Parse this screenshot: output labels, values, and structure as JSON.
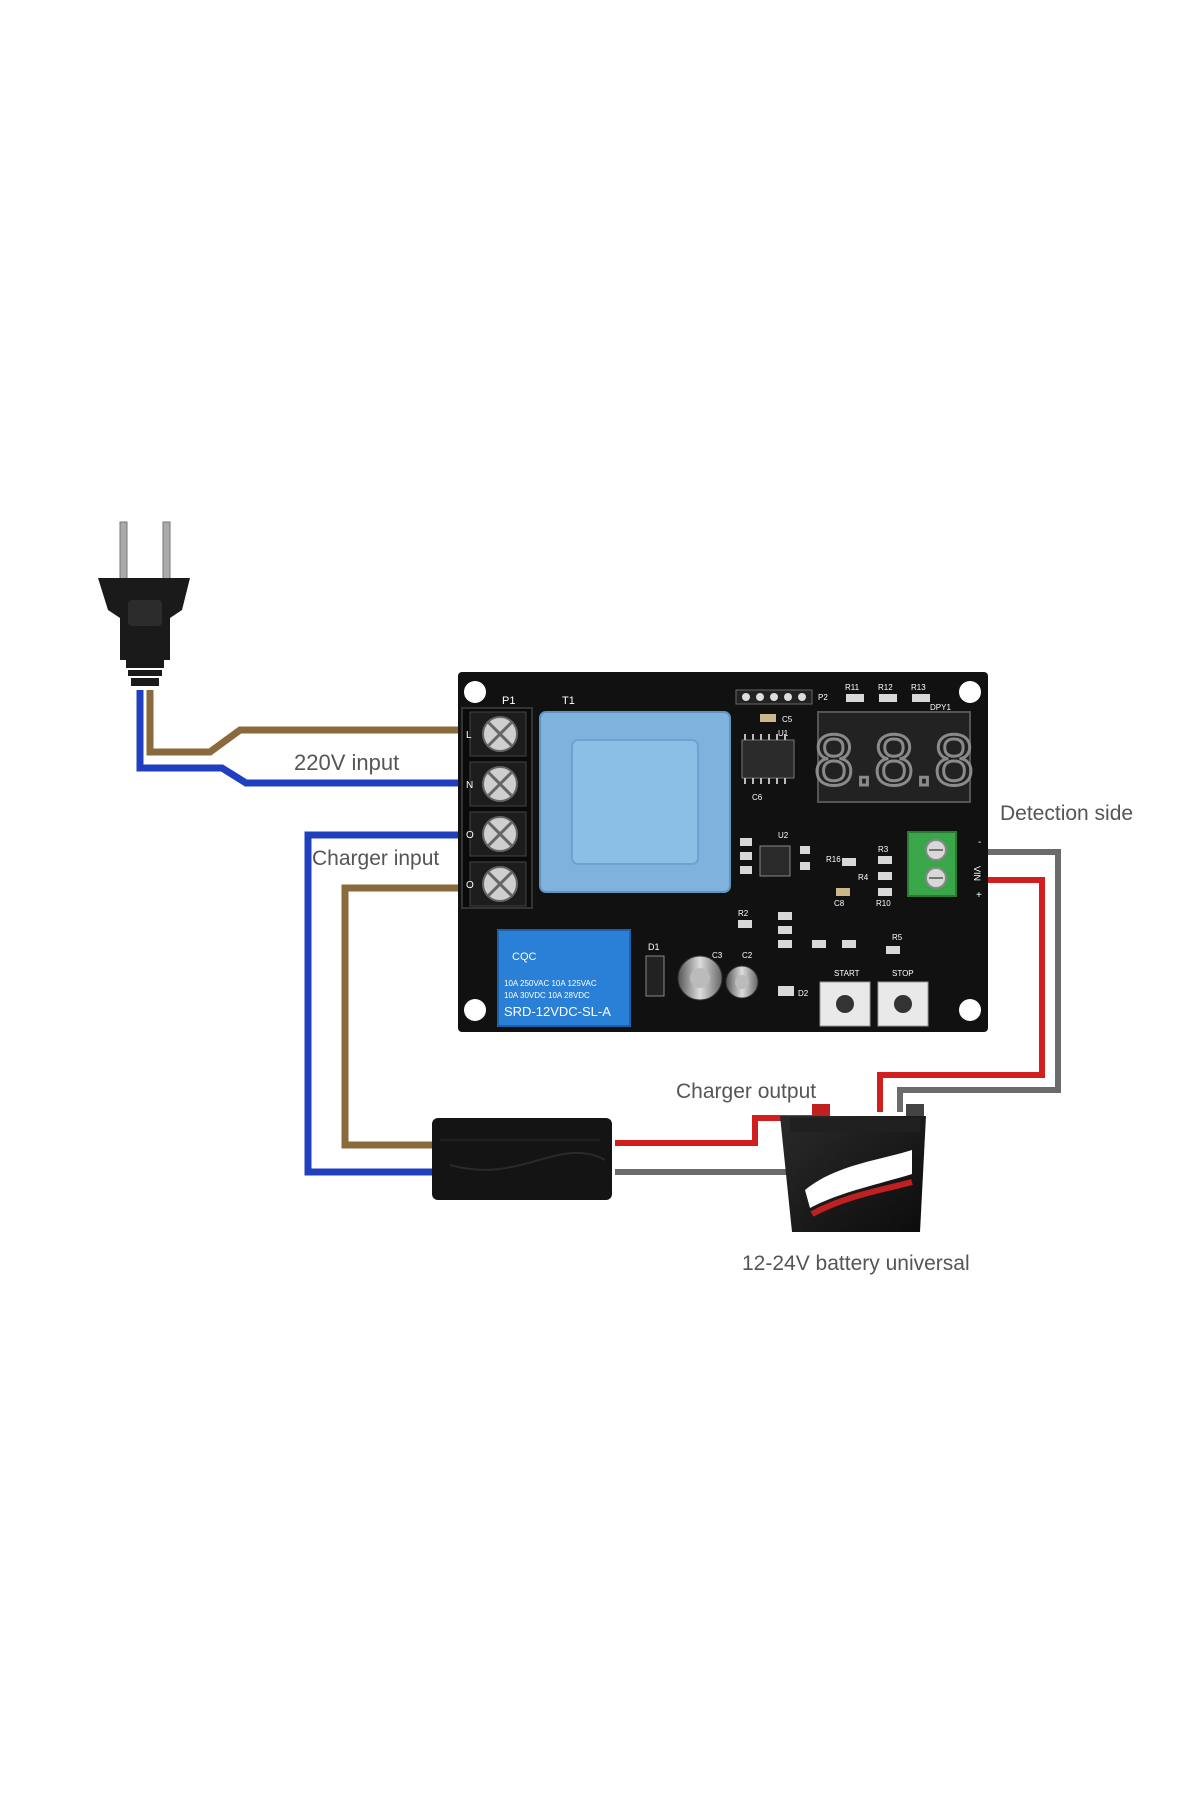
{
  "labels": {
    "input_220v": "220V input",
    "charger_input": "Charger input",
    "detection_side": "Detection side",
    "charger_output": "Charger output",
    "battery": "12-24V battery universal"
  },
  "board": {
    "p1": "P1",
    "t1": "T1",
    "p2": "P2",
    "u1": "U1",
    "u2": "U2",
    "d1": "D1",
    "d2": "D2",
    "c2": "C2",
    "c3": "C3",
    "c5": "C5",
    "c6": "C6",
    "dpy1": "DPY1",
    "r11": "R11",
    "r12": "R12",
    "r13": "R13",
    "r16": "R16",
    "r3": "R3",
    "r4": "R4",
    "r10": "R10",
    "r5": "R5",
    "r2": "R2",
    "c8": "C8",
    "display_digits": "8.8.8",
    "start_label": "START",
    "stop_label": "STOP",
    "vin_minus": "-",
    "vin_label": "VIN",
    "vin_plus": "+",
    "terminal_marks": [
      "L",
      "N",
      "O",
      "O"
    ],
    "relay_line1": "10A 250VAC  10A 125VAC",
    "relay_line2": "10A 30VDC   10A 28VDC",
    "relay_model": "SRD-12VDC-SL-A",
    "relay_cert": "CQC"
  },
  "colors": {
    "live_wire": "#8a6a3c",
    "neutral_wire": "#1f3fbf",
    "positive_wire": "#d11f1f",
    "negative_wire": "#6b6b6b",
    "pcb": "#111111",
    "transformer": "#7fb2dc",
    "relay": "#2a7fd6",
    "terminal_green": "#3aa64a",
    "label_text": "#555555"
  }
}
